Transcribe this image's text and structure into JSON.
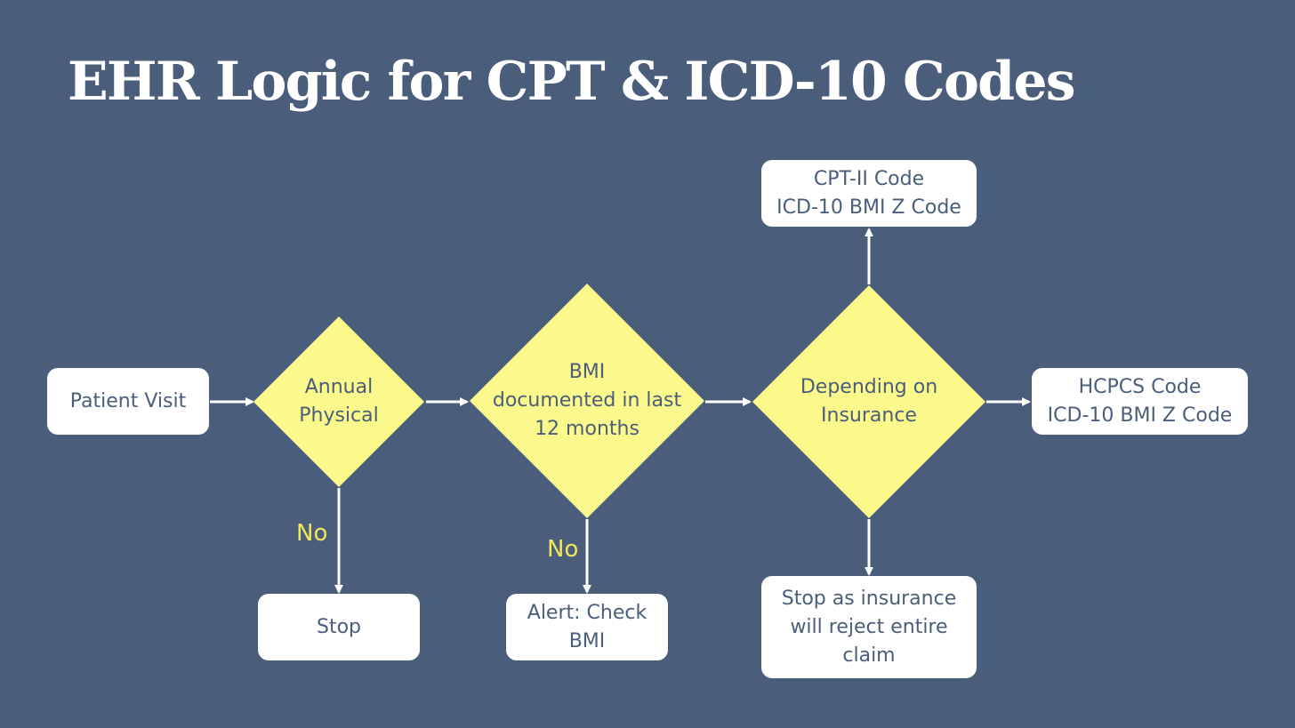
{
  "title": "EHR Logic for CPT & ICD-10 Codes",
  "colors": {
    "background": "#4a5e7b",
    "decision_fill": "#fbf98c",
    "box_fill": "#ffffff",
    "text": "#4a5e7b",
    "edge_label": "#f2e65c",
    "arrow": "#ffffff"
  },
  "nodes": {
    "patient_visit": {
      "lines": [
        "Patient Visit"
      ]
    },
    "annual_physical": {
      "lines": [
        "Annual",
        "Physical"
      ]
    },
    "bmi_documented": {
      "lines": [
        "BMI",
        "documented in last",
        "12 months"
      ]
    },
    "depending_on_insurance": {
      "lines": [
        "Depending on",
        "Insurance"
      ]
    },
    "cpt_ii_code": {
      "lines": [
        "CPT-II Code",
        "ICD-10 BMI Z Code"
      ]
    },
    "hcpcs_code": {
      "lines": [
        "HCPCS Code",
        "ICD-10 BMI Z Code"
      ]
    },
    "stop": {
      "lines": [
        "Stop"
      ]
    },
    "alert_check_bmi": {
      "lines": [
        "Alert: Check",
        "BMI"
      ]
    },
    "stop_insurance": {
      "lines": [
        "Stop as insurance",
        "will reject entire",
        "claim"
      ]
    }
  },
  "edge_labels": {
    "physical_no": "No",
    "bmi_no": "No"
  }
}
